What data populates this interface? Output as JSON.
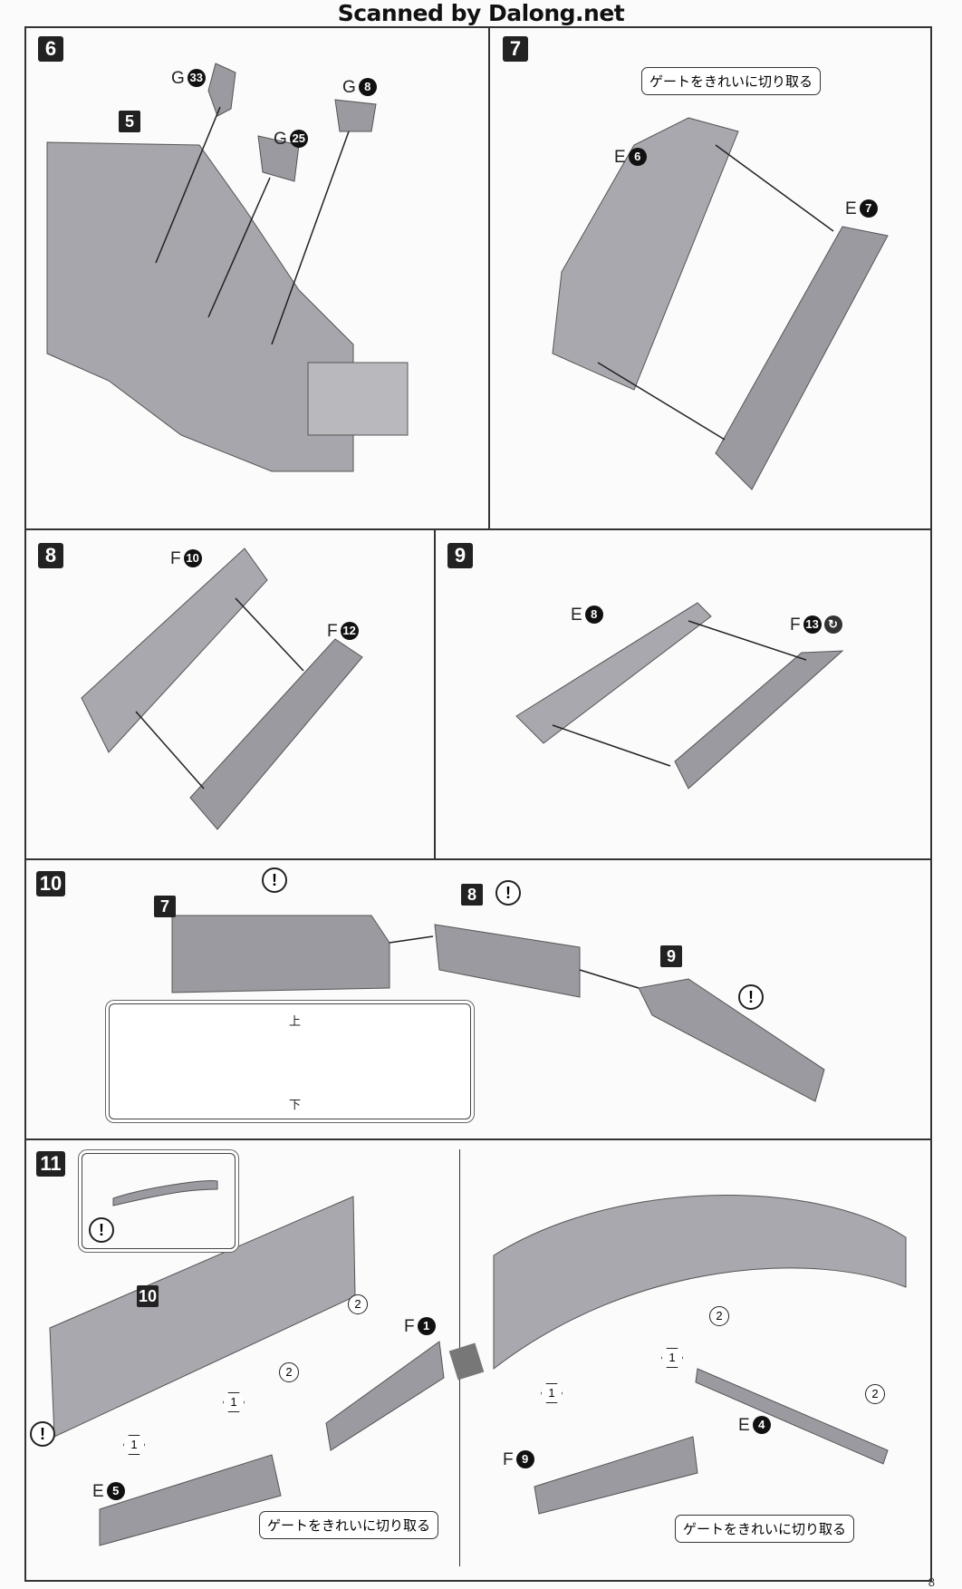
{
  "header": "Scanned by Dalong.net",
  "page_number": "8",
  "gate_note": "ゲートをきれいに切り取る",
  "steps": {
    "s6": {
      "n": "6",
      "sub": "5",
      "parts": [
        {
          "l": "G",
          "n": "33"
        },
        {
          "l": "G",
          "n": "25"
        },
        {
          "l": "G",
          "n": "8"
        }
      ]
    },
    "s7": {
      "n": "7",
      "parts": [
        {
          "l": "E",
          "n": "6"
        },
        {
          "l": "E",
          "n": "7"
        }
      ]
    },
    "s8": {
      "n": "8",
      "parts": [
        {
          "l": "F",
          "n": "10"
        },
        {
          "l": "F",
          "n": "12"
        }
      ]
    },
    "s9": {
      "n": "9",
      "parts": [
        {
          "l": "E",
          "n": "8"
        },
        {
          "l": "F",
          "n": "13"
        }
      ]
    },
    "s10": {
      "n": "10",
      "subs": [
        "7",
        "8",
        "9"
      ],
      "up": "上",
      "down": "下",
      "excl": "!"
    },
    "s11": {
      "n": "11",
      "sub": "10",
      "parts": [
        {
          "l": "F",
          "n": "1"
        },
        {
          "l": "E",
          "n": "5"
        },
        {
          "l": "E",
          "n": "4"
        },
        {
          "l": "F",
          "n": "9"
        }
      ],
      "order": [
        "1",
        "2"
      ]
    }
  }
}
